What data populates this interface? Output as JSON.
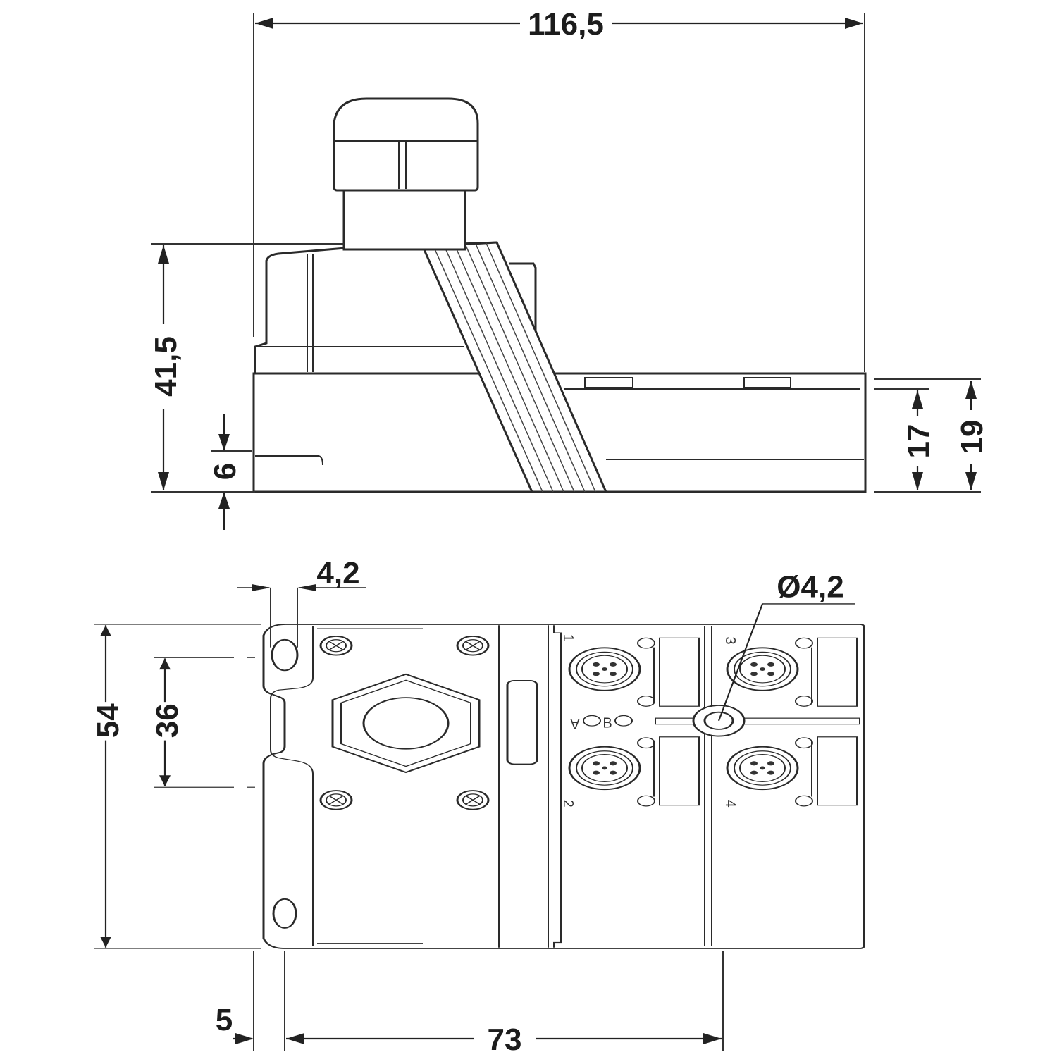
{
  "dimensions": {
    "overall_length": "116,5",
    "overall_height": "41,5",
    "base_offset": "6",
    "body_height_17": "17",
    "body_height_19": "19",
    "slot_width": "4,2",
    "hole_diameter": "Ø4,2",
    "width": "54",
    "hole_spacing": "36",
    "edge_offset": "5",
    "mount_distance": "73"
  },
  "port_labels": {
    "port1": "1",
    "port2": "2",
    "port3": "3",
    "port4": "4"
  },
  "led_labels": {
    "a": "A",
    "b": "B"
  },
  "colors": {
    "line": "#2a2a2a",
    "background": "#ffffff"
  }
}
